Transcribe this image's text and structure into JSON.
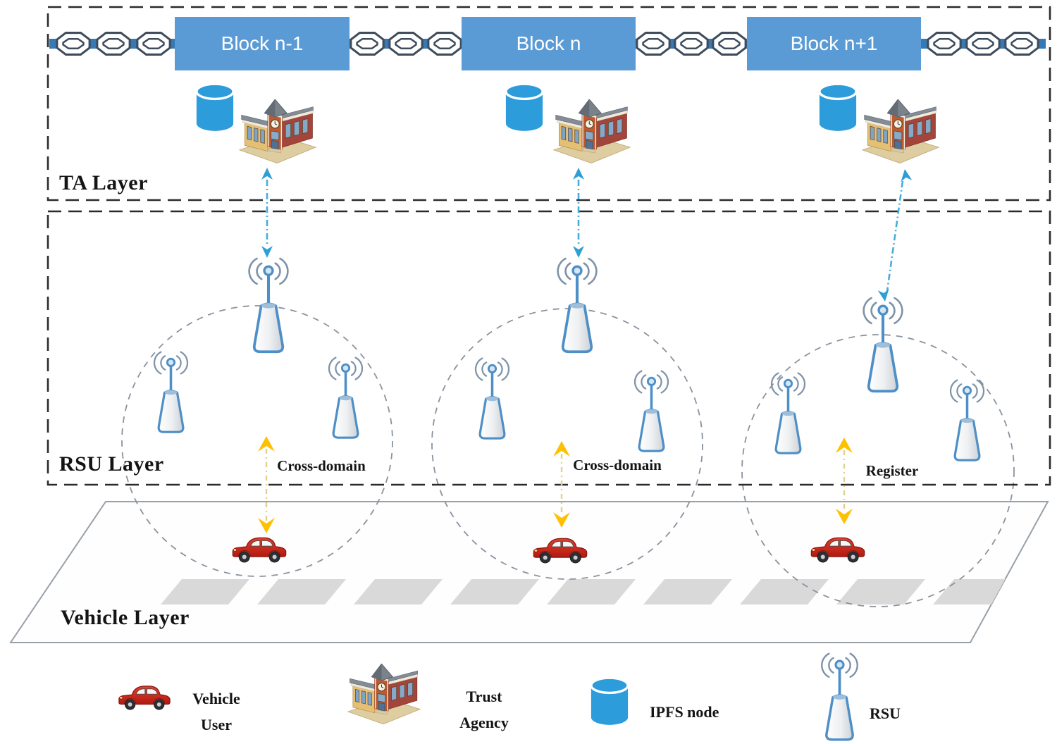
{
  "ta_layer": {
    "label": "TA Layer",
    "blockchain": {
      "blocks": [
        "Block n-1",
        "Block n",
        "Block n+1"
      ]
    }
  },
  "rsu_layer": {
    "label": "RSU Layer",
    "interactions": [
      {
        "label": "Cross-domain"
      },
      {
        "label": "Cross-domain"
      },
      {
        "label": "Register"
      }
    ]
  },
  "vehicle_layer": {
    "label": "Vehicle Layer"
  },
  "legend": {
    "items": [
      {
        "icon": "vehicle-icon",
        "lines": [
          "Vehicle",
          "User"
        ]
      },
      {
        "icon": "trust-agency-icon",
        "lines": [
          "Trust",
          "Agency"
        ]
      },
      {
        "icon": "ipfs-node-icon",
        "lines": [
          "IPFS node"
        ]
      },
      {
        "icon": "rsu-icon",
        "lines": [
          "RSU"
        ]
      }
    ]
  },
  "colors": {
    "block_fill": "#5B9BD5",
    "chain_bar": "#3579B5",
    "chain_link_outline": "#3E4C5C",
    "ipfs_blue": "#2D9CDB",
    "cyan_arrow": "#2E9FD6",
    "gold_arrow": "#FFC000",
    "rsu_outline": "#4E8FC7",
    "car_red": "#D62B1F",
    "dashed_circle": "#8A939E",
    "layer_box_dash": "#2B2B2B"
  }
}
